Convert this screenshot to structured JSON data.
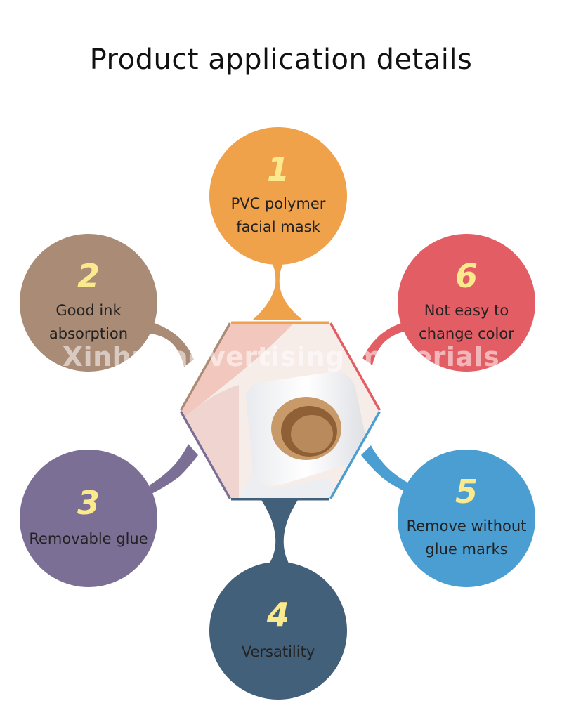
{
  "title": "Product application details",
  "watermark": "Xinhui advertising materials",
  "items": [
    {
      "number": "1",
      "lines": [
        "PVC polymer",
        "facial mask"
      ],
      "color": "#f0a24a"
    },
    {
      "number": "2",
      "lines": [
        "Good ink",
        "absorption"
      ],
      "color": "#a98b76"
    },
    {
      "number": "3",
      "lines": [
        "Removable glue"
      ],
      "color": "#7c6f95"
    },
    {
      "number": "4",
      "lines": [
        "Versatility"
      ],
      "color": "#43607a"
    },
    {
      "number": "5",
      "lines": [
        "Remove without",
        "glue marks"
      ],
      "color": "#4a9ed1"
    },
    {
      "number": "6",
      "lines": [
        "Not easy to",
        "change color"
      ],
      "color": "#e35d64"
    }
  ]
}
